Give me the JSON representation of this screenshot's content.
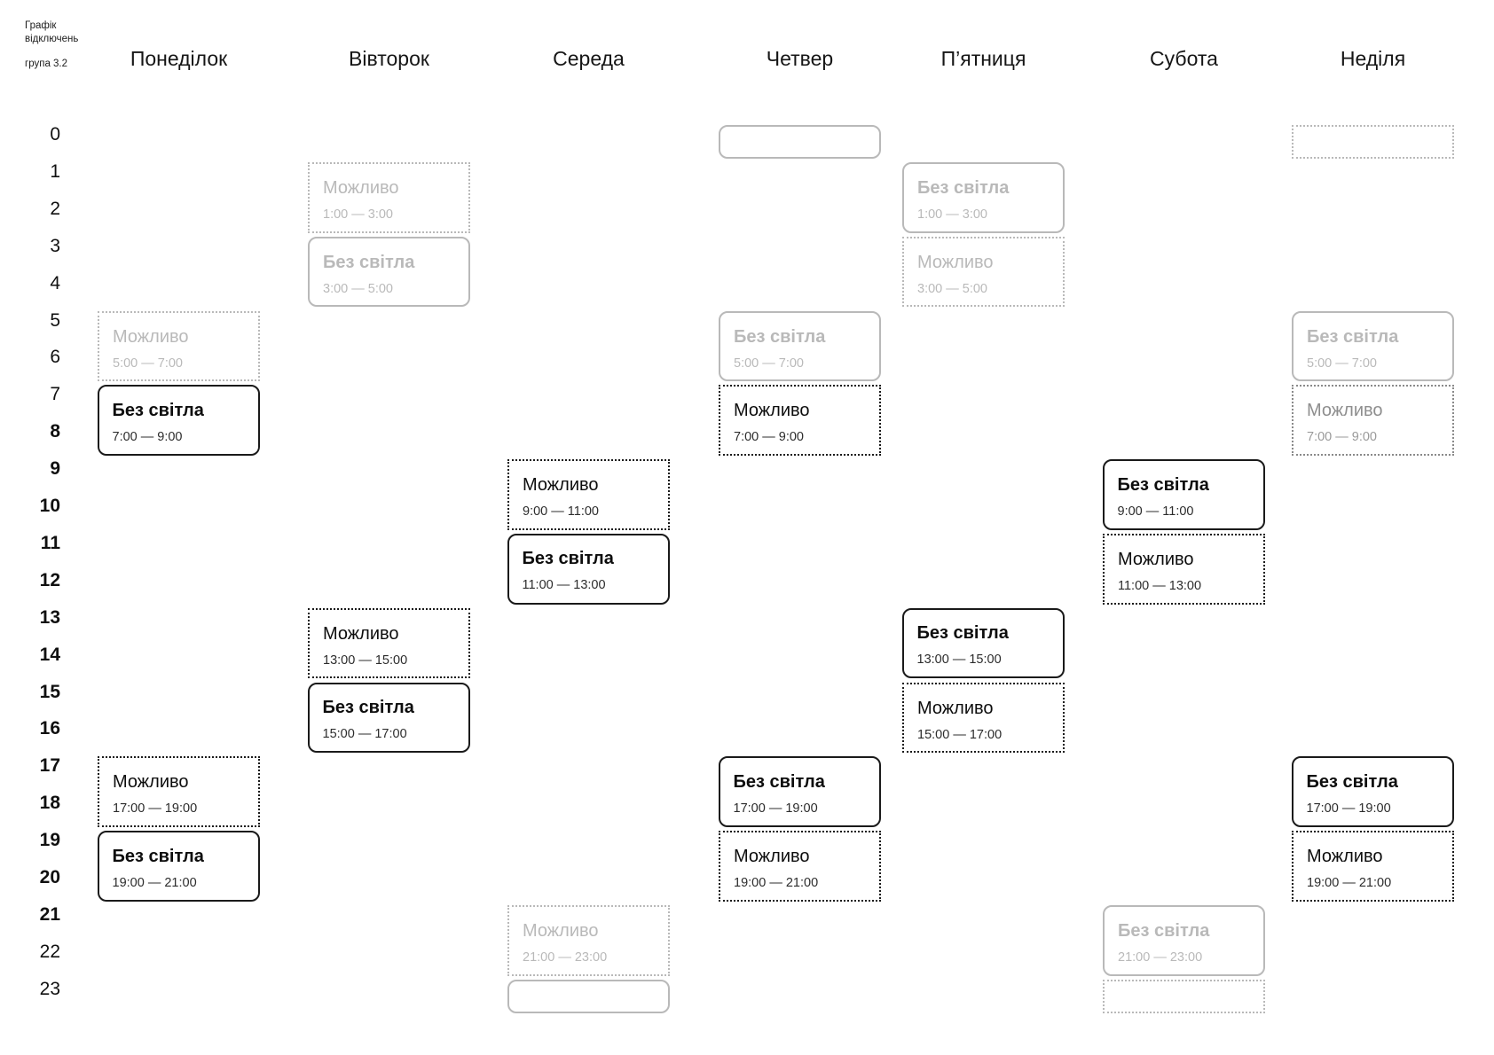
{
  "header": {
    "title": "Графік відключень",
    "group": "група 3.2"
  },
  "colors": {
    "active_text": "#0d0d0d",
    "muted_gray": "#b9b9b9",
    "dim_gray": "#8e8e8e",
    "background": "#ffffff"
  },
  "hours": {
    "labels": [
      "0",
      "1",
      "2",
      "3",
      "4",
      "5",
      "6",
      "7",
      "8",
      "9",
      "10",
      "11",
      "12",
      "13",
      "14",
      "15",
      "16",
      "17",
      "18",
      "19",
      "20",
      "21",
      "22",
      "23"
    ],
    "bold_hours": [
      8,
      9,
      10,
      11,
      12,
      13,
      14,
      15,
      16,
      17,
      18,
      19,
      20,
      21
    ]
  },
  "legend_terms": {
    "outage_label": "Без світла",
    "possible_label": "Можливо"
  },
  "days": [
    {
      "label": "Понеділок",
      "events": [
        {
          "label": "Можливо",
          "time": "5:00 — 7:00",
          "start": 5,
          "end": 7,
          "kind": "possible",
          "tone": "muted"
        },
        {
          "label": "Без світла",
          "time": "7:00 — 9:00",
          "start": 7,
          "end": 9,
          "kind": "outage",
          "tone": "active"
        },
        {
          "label": "Можливо",
          "time": "17:00 — 19:00",
          "start": 17,
          "end": 19,
          "kind": "possible",
          "tone": "active"
        },
        {
          "label": "Без світла",
          "time": "19:00 — 21:00",
          "start": 19,
          "end": 21,
          "kind": "outage",
          "tone": "active"
        }
      ]
    },
    {
      "label": "Вівторок",
      "events": [
        {
          "label": "Можливо",
          "time": "1:00 — 3:00",
          "start": 1,
          "end": 3,
          "kind": "possible",
          "tone": "muted"
        },
        {
          "label": "Без світла",
          "time": "3:00 — 5:00",
          "start": 3,
          "end": 5,
          "kind": "outage",
          "tone": "muted"
        },
        {
          "label": "Можливо",
          "time": "13:00 — 15:00",
          "start": 13,
          "end": 15,
          "kind": "possible",
          "tone": "active"
        },
        {
          "label": "Без світла",
          "time": "15:00 — 17:00",
          "start": 15,
          "end": 17,
          "kind": "outage",
          "tone": "active"
        }
      ]
    },
    {
      "label": "Середа",
      "events": [
        {
          "label": "Можливо",
          "time": "9:00 — 11:00",
          "start": 9,
          "end": 11,
          "kind": "possible",
          "tone": "active"
        },
        {
          "label": "Без світла",
          "time": "11:00 — 13:00",
          "start": 11,
          "end": 13,
          "kind": "outage",
          "tone": "active"
        },
        {
          "label": "Можливо",
          "time": "21:00 — 23:00",
          "start": 21,
          "end": 23,
          "kind": "possible",
          "tone": "muted"
        },
        {
          "label": "",
          "time": "",
          "start": 23,
          "end": 24,
          "kind": "outage",
          "tone": "muted"
        }
      ]
    },
    {
      "label": "Четвер",
      "events": [
        {
          "label": "",
          "time": "",
          "start": 0,
          "end": 1,
          "kind": "outage",
          "tone": "muted"
        },
        {
          "label": "Без світла",
          "time": "5:00 — 7:00",
          "start": 5,
          "end": 7,
          "kind": "outage",
          "tone": "muted"
        },
        {
          "label": "Можливо",
          "time": "7:00 — 9:00",
          "start": 7,
          "end": 9,
          "kind": "possible",
          "tone": "active"
        },
        {
          "label": "Без світла",
          "time": "17:00 — 19:00",
          "start": 17,
          "end": 19,
          "kind": "outage",
          "tone": "active"
        },
        {
          "label": "Можливо",
          "time": "19:00 — 21:00",
          "start": 19,
          "end": 21,
          "kind": "possible",
          "tone": "active"
        }
      ]
    },
    {
      "label": "П’ятниця",
      "events": [
        {
          "label": "Без світла",
          "time": "1:00 — 3:00",
          "start": 1,
          "end": 3,
          "kind": "outage",
          "tone": "muted"
        },
        {
          "label": "Можливо",
          "time": "3:00 — 5:00",
          "start": 3,
          "end": 5,
          "kind": "possible",
          "tone": "muted"
        },
        {
          "label": "Без світла",
          "time": "13:00 — 15:00",
          "start": 13,
          "end": 15,
          "kind": "outage",
          "tone": "active"
        },
        {
          "label": "Можливо",
          "time": "15:00 — 17:00",
          "start": 15,
          "end": 17,
          "kind": "possible",
          "tone": "active"
        }
      ]
    },
    {
      "label": "Субота",
      "events": [
        {
          "label": "Без світла",
          "time": "9:00 — 11:00",
          "start": 9,
          "end": 11,
          "kind": "outage",
          "tone": "active"
        },
        {
          "label": "Можливо",
          "time": "11:00 — 13:00",
          "start": 11,
          "end": 13,
          "kind": "possible",
          "tone": "active"
        },
        {
          "label": "Без світла",
          "time": "21:00 — 23:00",
          "start": 21,
          "end": 23,
          "kind": "outage",
          "tone": "muted"
        },
        {
          "label": "",
          "time": "",
          "start": 23,
          "end": 24,
          "kind": "possible",
          "tone": "muted"
        }
      ]
    },
    {
      "label": "Неділя",
      "events": [
        {
          "label": "",
          "time": "",
          "start": 0,
          "end": 1,
          "kind": "possible",
          "tone": "muted"
        },
        {
          "label": "Без світла",
          "time": "5:00 — 7:00",
          "start": 5,
          "end": 7,
          "kind": "outage",
          "tone": "muted"
        },
        {
          "label": "Можливо",
          "time": "7:00 — 9:00",
          "start": 7,
          "end": 9,
          "kind": "possible",
          "tone": "dim"
        },
        {
          "label": "Без світла",
          "time": "17:00 — 19:00",
          "start": 17,
          "end": 19,
          "kind": "outage",
          "tone": "active"
        },
        {
          "label": "Можливо",
          "time": "19:00 — 21:00",
          "start": 19,
          "end": 21,
          "kind": "possible",
          "tone": "active"
        }
      ]
    }
  ]
}
